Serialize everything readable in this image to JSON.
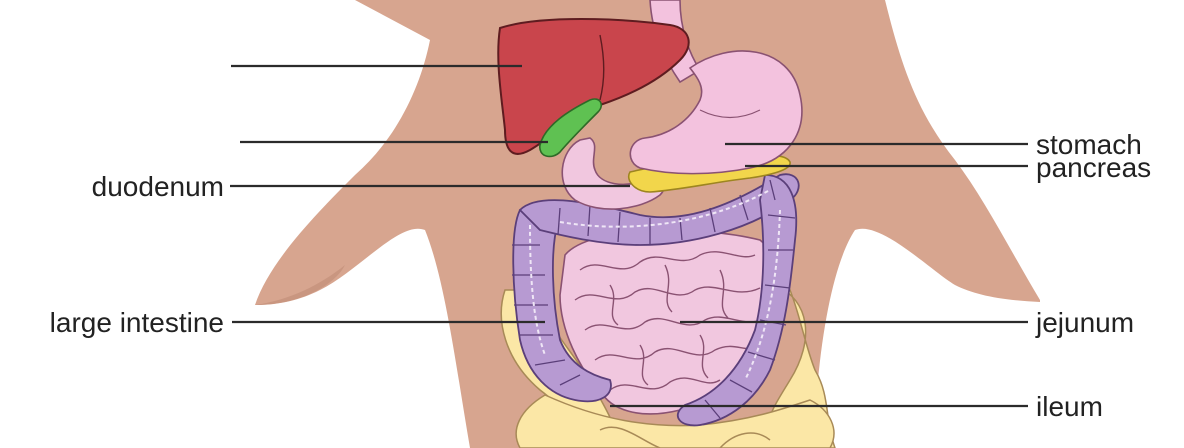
{
  "title": "",
  "labels": {
    "stomach": "stomach",
    "pancreas": "pancreas",
    "duodenum": "duodenum",
    "large_intestine": "large intestine",
    "jejunum": "jejunum",
    "ileum": "ileum",
    "liver": "",
    "gallbladder": ""
  },
  "colors": {
    "skin": "#d7a58f",
    "liver": "#c9454c",
    "gallbladder": "#5fc152",
    "stomach": "#f3c2de",
    "pancreas": "#f2d64b",
    "large_intestine": "#b79ad2",
    "small_intestine": "#f1c7df",
    "pelvis": "#fbe7a6"
  }
}
